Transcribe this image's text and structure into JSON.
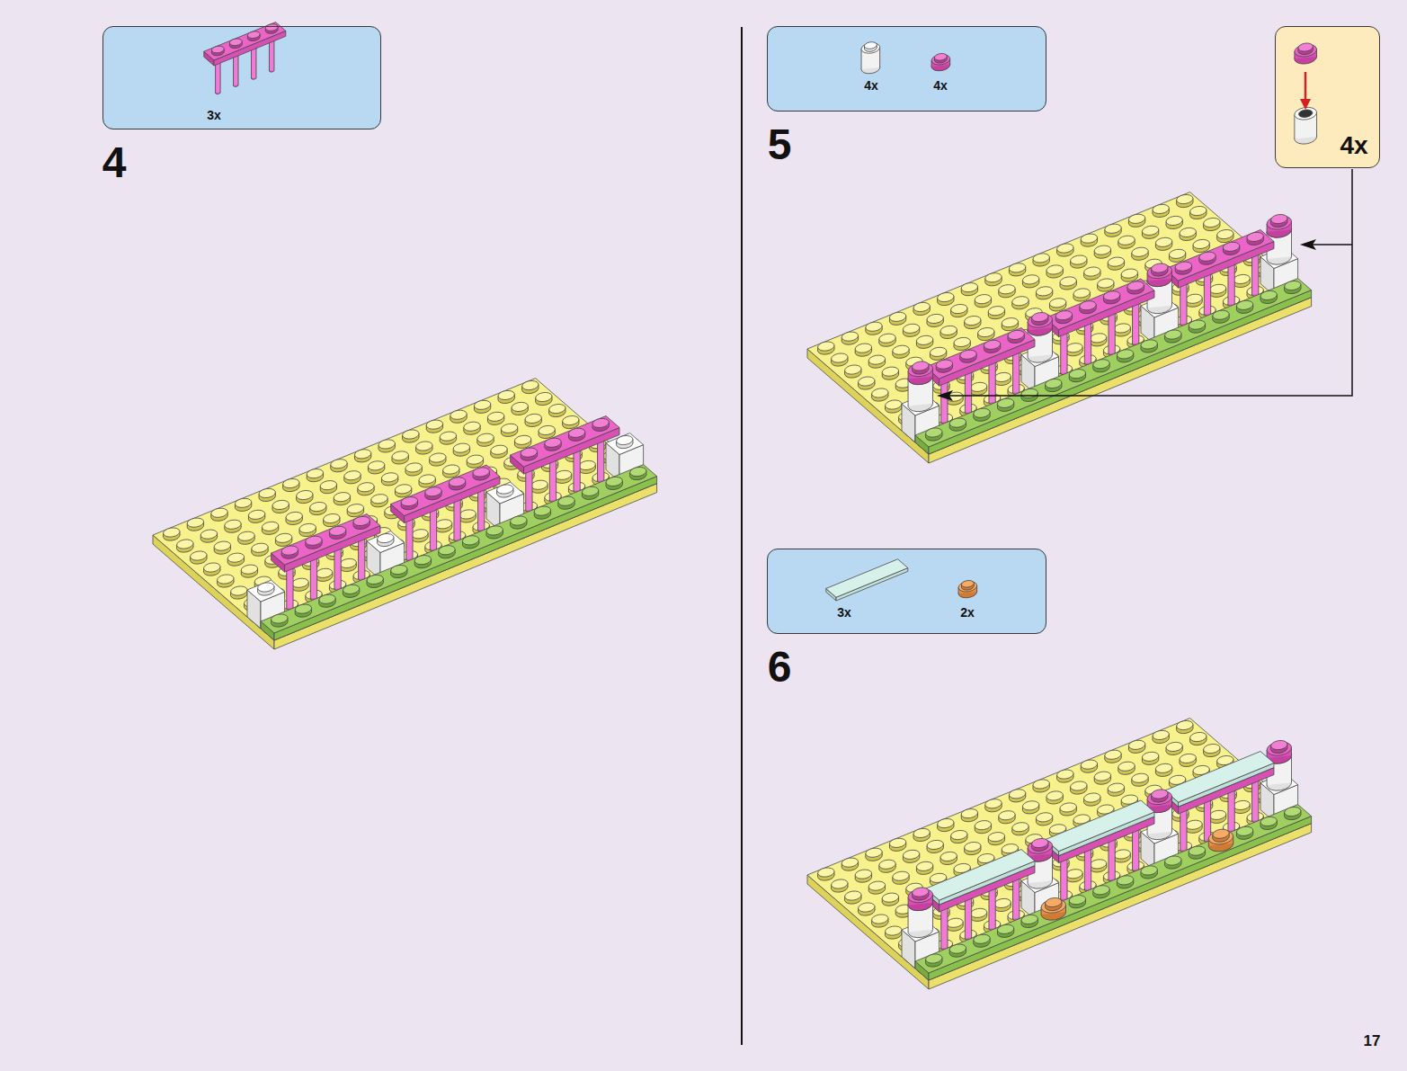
{
  "diagram": {
    "nodes": [
      {
        "text": [
          "3x"
        ]
      },
      {
        "text": [
          "4x",
          "4x"
        ]
      },
      {
        "text": [
          "4x"
        ]
      },
      {
        "text": [
          "3x",
          "2x"
        ]
      }
    ],
    "labels": [
      "4",
      "5",
      "6",
      "17"
    ]
  }
}
